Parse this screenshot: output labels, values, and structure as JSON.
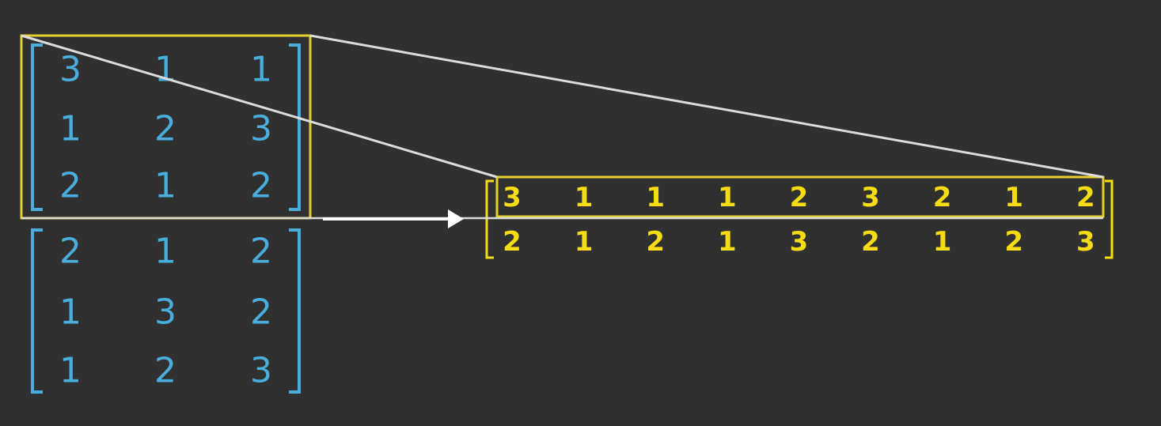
{
  "colors": {
    "background": "#303030",
    "matrix_text": "#4aaedc",
    "highlight": "#e3d02e",
    "flat_text": "#f5dc14",
    "connector": "#dcdcdc",
    "arrow": "#ffffff"
  },
  "matrix_a": {
    "rows": [
      [
        "3",
        "1",
        "1"
      ],
      [
        "1",
        "2",
        "3"
      ],
      [
        "2",
        "1",
        "2"
      ]
    ]
  },
  "matrix_b": {
    "rows": [
      [
        "2",
        "1",
        "2"
      ],
      [
        "1",
        "3",
        "2"
      ],
      [
        "1",
        "2",
        "3"
      ]
    ]
  },
  "flattened": {
    "rows": [
      [
        "3",
        "1",
        "1",
        "1",
        "2",
        "3",
        "2",
        "1",
        "2"
      ],
      [
        "2",
        "1",
        "2",
        "1",
        "3",
        "2",
        "1",
        "2",
        "3"
      ]
    ]
  },
  "connector": {
    "arrow_icon": "arrow-right-icon"
  }
}
